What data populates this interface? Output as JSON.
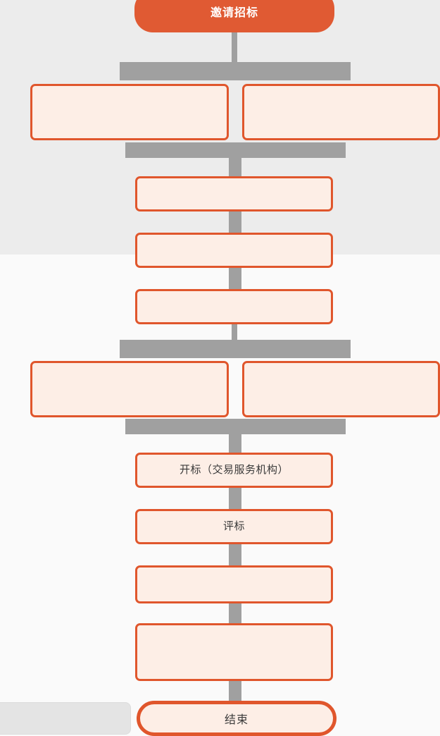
{
  "diagram": {
    "title": "邀请招标",
    "type": "flowchart",
    "orientation": "vertical",
    "colors": {
      "accent": "#e05a33",
      "node_border": "#e0562c",
      "node_fill": "#fdeee6",
      "connector": "#a0a0a0",
      "band_top": "#ececec",
      "band_bottom": "#fafafa",
      "gray_box_fill": "#e4e4e4",
      "start_text": "#ffffff",
      "node_text": "#3a3a3a"
    }
  },
  "nodes": {
    "start": {
      "label": "邀请招标"
    },
    "row1_left": {
      "label": ""
    },
    "row1_right": {
      "label": ""
    },
    "step1": {
      "label": ""
    },
    "step2": {
      "label": ""
    },
    "step3": {
      "label": ""
    },
    "row2_left": {
      "label": ""
    },
    "row2_right": {
      "label": ""
    },
    "bid_opening": {
      "label": "开标（交易服务机构）"
    },
    "bid_evaluation": {
      "label": "评标"
    },
    "step4": {
      "label": ""
    },
    "step5": {
      "label": ""
    },
    "end": {
      "label": "结束"
    },
    "side_gray": {
      "label": ""
    }
  }
}
